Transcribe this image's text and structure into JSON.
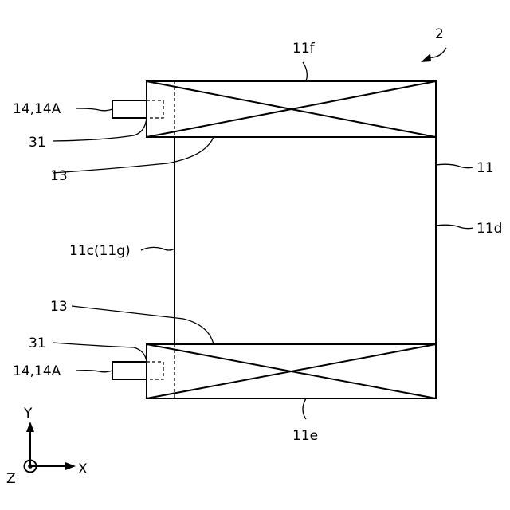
{
  "labels": {
    "fig_number": "2",
    "top_section": "11f",
    "bottom_section": "11e",
    "main_body": "11",
    "right_side": "11d",
    "left_side": "11c(11g)",
    "connector_top": "14,14A",
    "connector_bottom": "14,14A",
    "pad_top": "31",
    "pad_bottom": "31",
    "boundary_top": "13",
    "boundary_bottom": "13"
  },
  "axes": {
    "y": "Y",
    "x": "X",
    "z": "Z"
  }
}
